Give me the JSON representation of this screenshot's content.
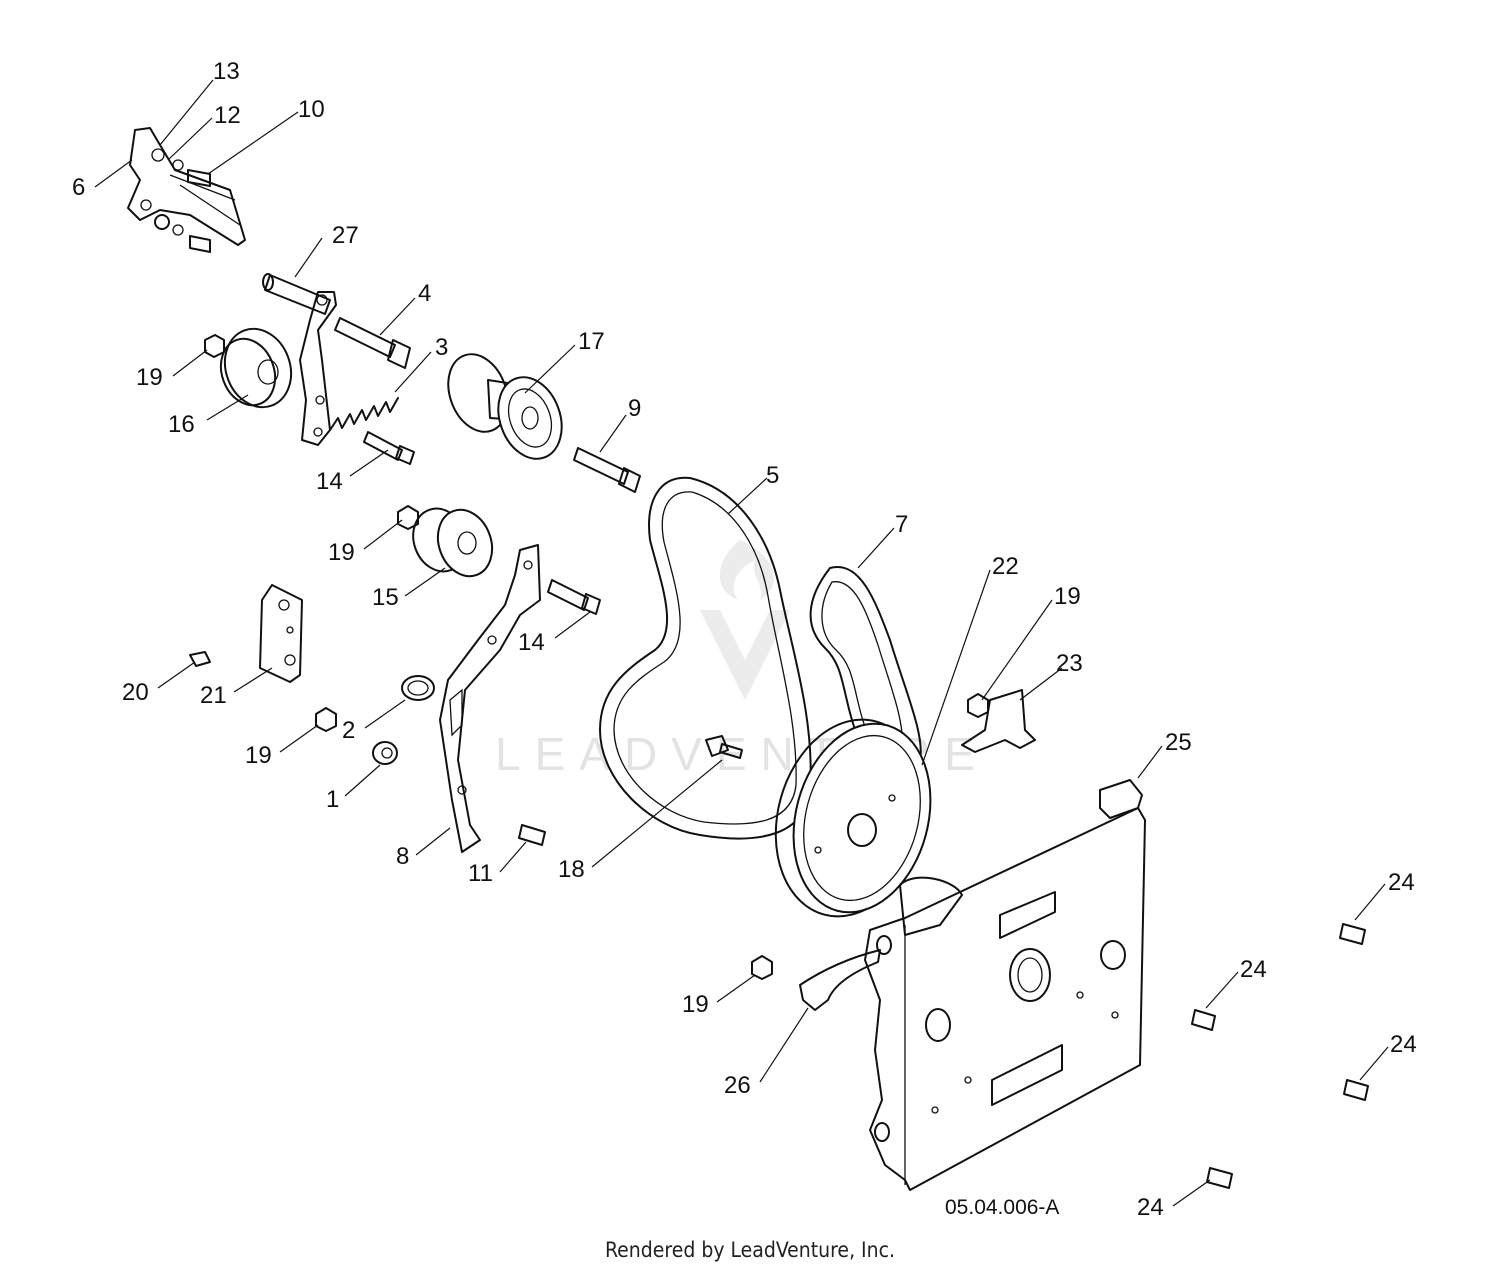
{
  "diagram": {
    "reference_code": "05.04.006-A",
    "credit": "Rendered by LeadVenture, Inc.",
    "watermark": "LEADVENTURE",
    "callouts": [
      "13",
      "12",
      "10",
      "6",
      "27",
      "4",
      "3",
      "17",
      "19",
      "16",
      "14",
      "9",
      "5",
      "7",
      "19",
      "15",
      "22",
      "19",
      "23",
      "14",
      "20",
      "21",
      "2",
      "19",
      "1",
      "25",
      "18",
      "11",
      "8",
      "24",
      "24",
      "24",
      "19",
      "26",
      "24"
    ]
  }
}
